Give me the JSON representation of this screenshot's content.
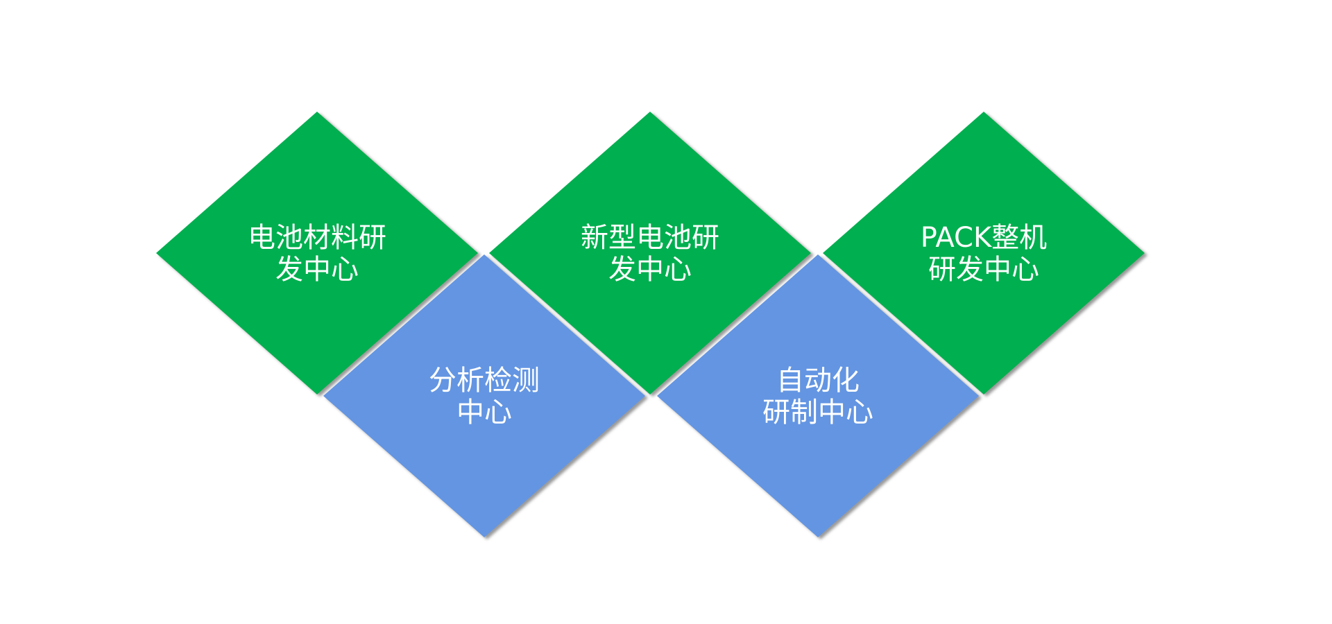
{
  "colors": {
    "primary": "#00AF50",
    "secondary": "#6495E2",
    "shadow": "#9a9a9a"
  },
  "diamonds": [
    {
      "lines": [
        "电池材料研",
        "发中心"
      ],
      "color": "primary"
    },
    {
      "lines": [
        "分析检测",
        "中心"
      ],
      "color": "secondary"
    },
    {
      "lines": [
        "新型电池研",
        "发中心"
      ],
      "color": "primary"
    },
    {
      "lines": [
        "自动化",
        "研制中心"
      ],
      "color": "secondary"
    },
    {
      "lines": [
        "PACK整机",
        "研发中心"
      ],
      "color": "primary"
    }
  ]
}
